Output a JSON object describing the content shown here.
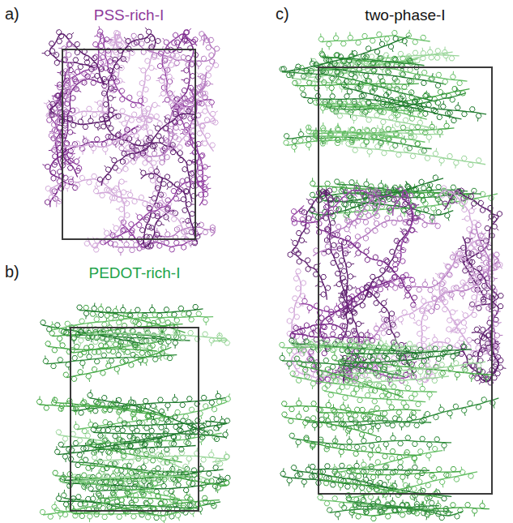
{
  "diagram": {
    "nodes": [
      {
        "text": [
          "PSS-rich-I"
        ]
      },
      {
        "text": [
          "PEDOT-rich-I"
        ]
      },
      {
        "text": [
          "two-phase-I"
        ]
      }
    ],
    "labels": [
      "a)",
      "b)",
      "c)"
    ]
  }
}
